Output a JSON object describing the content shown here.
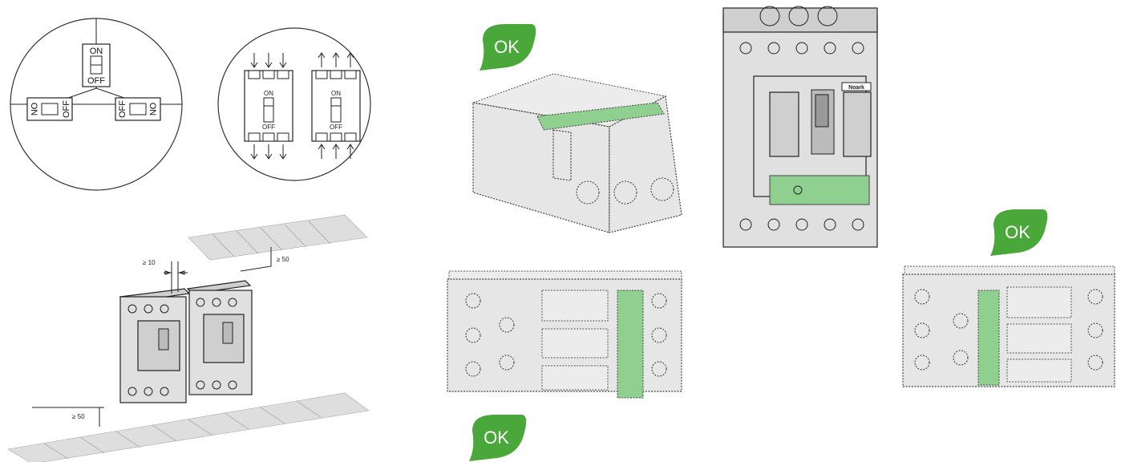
{
  "orientation_detail": {
    "switch_top": {
      "on": "ON",
      "off": "OFF"
    },
    "switch_left": {
      "on": "ON",
      "off": "OFF"
    },
    "switch_right": {
      "on": "ON",
      "off": "OFF"
    }
  },
  "supply_detail": {
    "breaker_a": {
      "on": "ON",
      "off": "OFF"
    },
    "breaker_b": {
      "on": "ON",
      "off": "OFF"
    }
  },
  "clearances": {
    "side_gap": "≥ 10",
    "top_gap": "≥ 50",
    "bottom_gap": "≥ 50"
  },
  "badges": {
    "ok_top": "OK",
    "ok_bottom": "OK",
    "ok_right": "OK"
  },
  "brand_label": "Noark",
  "colors": {
    "ok_badge": "#4aa73a",
    "highlight": "#8fcf8f"
  }
}
